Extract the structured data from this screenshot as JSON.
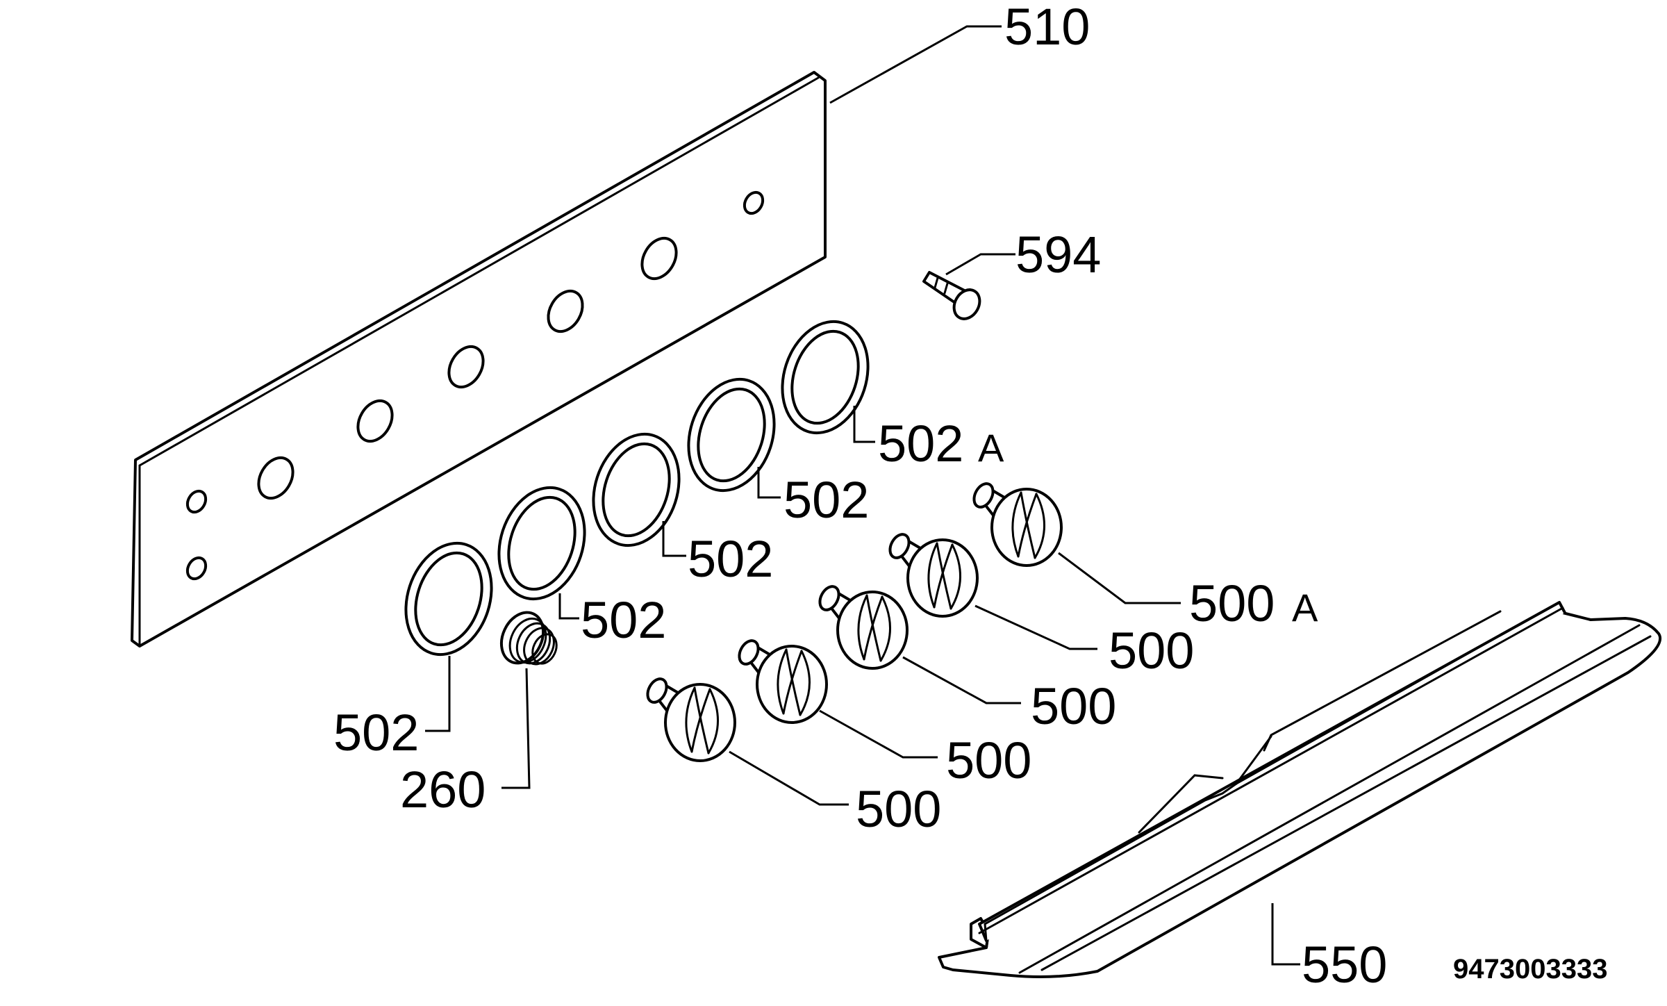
{
  "labels": {
    "panel": "510",
    "knob_stop": "594",
    "trim_ring_a": "502",
    "trim_ring_a_suffix": "A",
    "trim_ring_1": "502",
    "trim_ring_2": "502",
    "trim_ring_3": "502",
    "trim_ring_4": "502",
    "spring": "260",
    "knob_a": "500",
    "knob_a_suffix": "A",
    "knob_1": "500",
    "knob_2": "500",
    "knob_3": "500",
    "knob_4": "500",
    "handle": "550"
  },
  "doc_number": "9473003333",
  "colors": {
    "line": "#000000",
    "background": "#ffffff"
  }
}
